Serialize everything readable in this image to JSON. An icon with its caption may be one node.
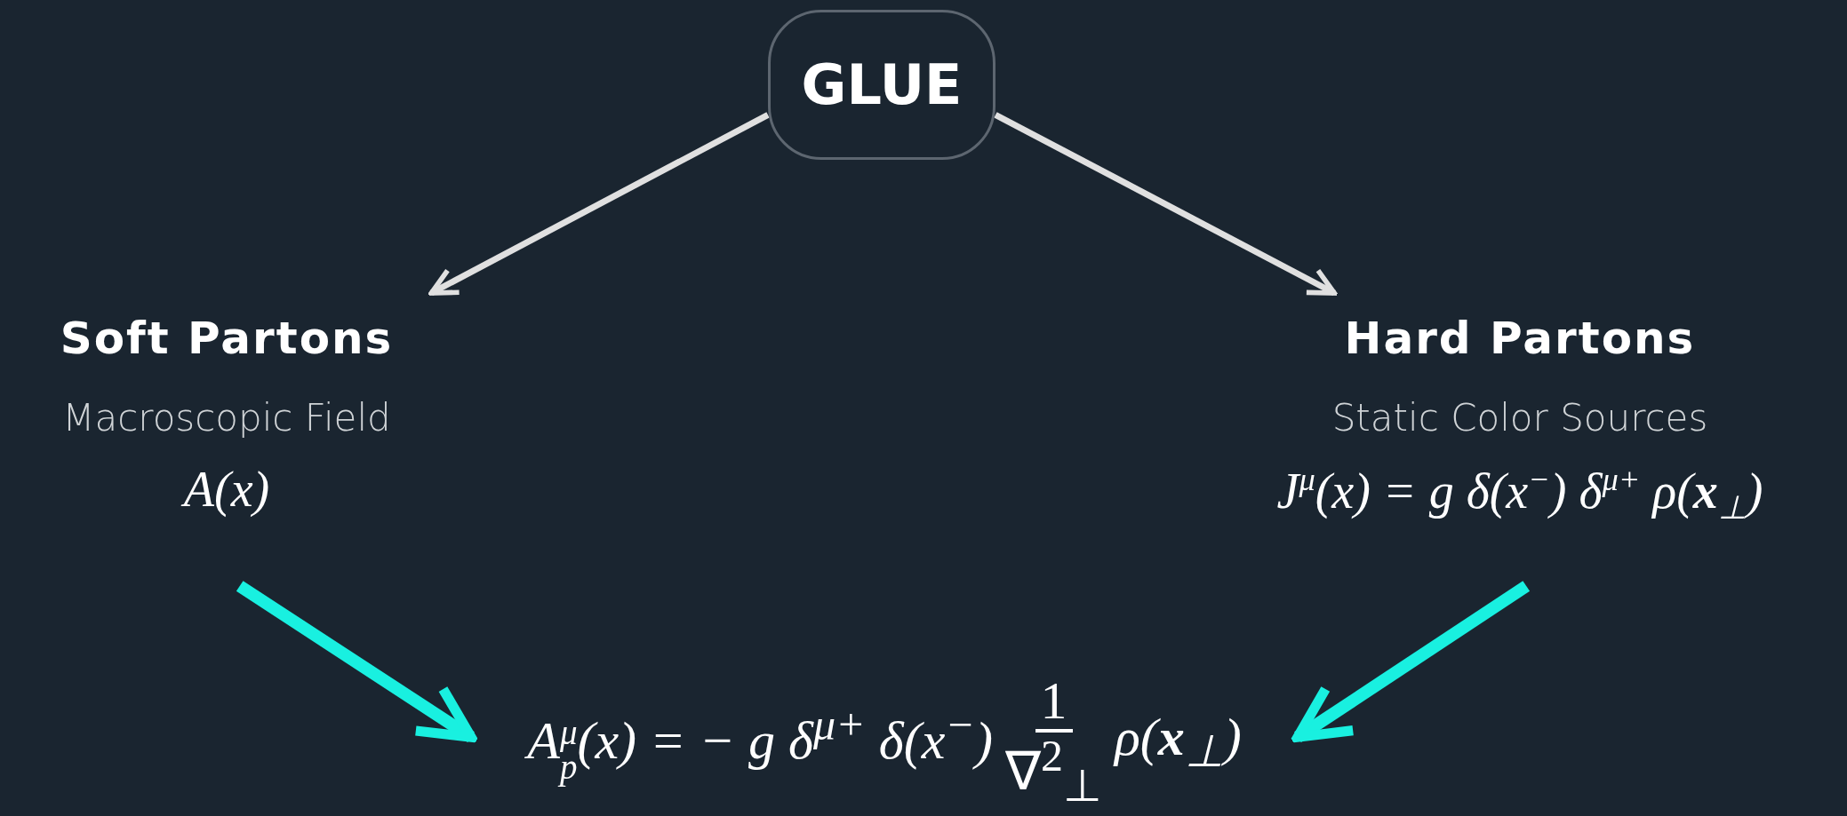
{
  "diagram": {
    "nodes": [
      {
        "text": [
          "GLUE"
        ]
      },
      {
        "text": [
          "Soft Partons",
          "Macroscopic Field",
          "A(x)"
        ]
      },
      {
        "text": [
          "Hard Partons",
          "Static Color Sources",
          "J$^{μ}$(x) = g δ(x$^{−}$) δ$^{μ+}$ ρ(**x**$_{⊥}$)"
        ]
      },
      {
        "text": [
          "A$_{p}$$^{μ}$(x) = − g δ$^{μ+}$ δ(x$^{−}$)",
          "1",
          "∇$^{2}$$_{⊥}$",
          "ρ(**x**$_{⊥}$)"
        ]
      }
    ],
    "edges": [
      {
        "from": 0,
        "to": 1,
        "arrow": "to",
        "color": "#e0e0e0"
      },
      {
        "from": 0,
        "to": 2,
        "arrow": "to",
        "color": "#e0e0e0"
      },
      {
        "from": 1,
        "to": 3,
        "arrow": "to",
        "style": "thick",
        "color": "#19f0e0"
      },
      {
        "from": 2,
        "to": 3,
        "arrow": "to",
        "style": "thick",
        "color": "#19f0e0"
      }
    ]
  }
}
